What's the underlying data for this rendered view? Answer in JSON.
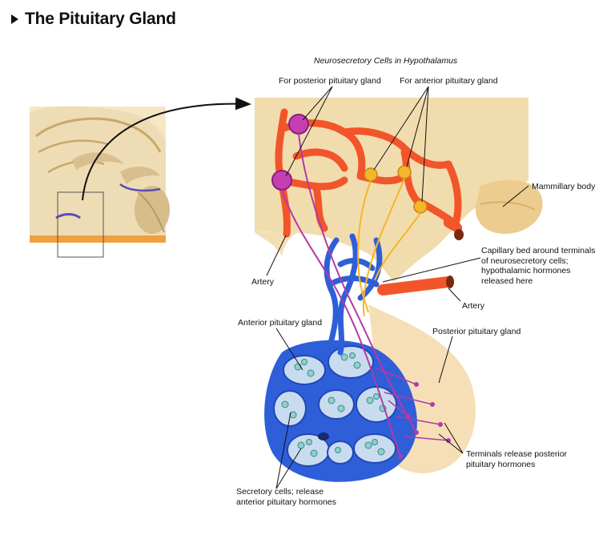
{
  "title": "The Pituitary Gland",
  "labels": {
    "neurosecretory_cells": "Neurosecretory Cells in Hypothalamus",
    "for_posterior": "For posterior pituitary gland",
    "for_anterior": "For anterior pituitary gland",
    "mammillary_body": "Mammillary body",
    "artery_left": "Artery",
    "capillary_bed": [
      "Capillary bed around terminals",
      "of neurosecretory cells;",
      "hypothalamic hormones",
      "released here"
    ],
    "artery_right": "Artery",
    "anterior_pituitary": "Anterior pituitary gland",
    "posterior_pituitary": "Posterior pituitary gland",
    "terminals_release": [
      "Terminals release posterior",
      "pituitary hormones"
    ],
    "secretory_cells": [
      "Secretory cells; release",
      "anterior pituitary hormones"
    ]
  },
  "colors": {
    "tissue": "#f3dcae",
    "tissue_dark": "#e2c48a",
    "artery": "#f2552a",
    "vein": "#2f5fd8",
    "neuron_purple": "#b23aa6",
    "neuron_yellow": "#f7b52a",
    "cell": "#7fc3c3"
  },
  "icons": [
    "play-triangle-icon"
  ]
}
